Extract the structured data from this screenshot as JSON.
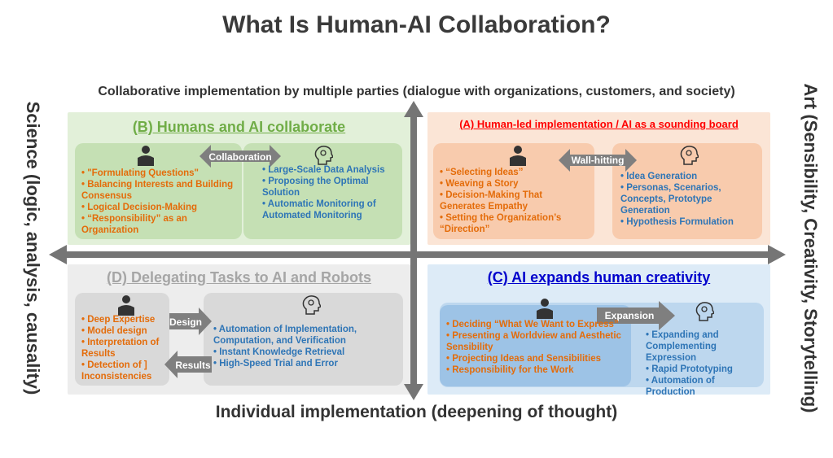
{
  "title": "What Is Human-AI Collaboration?",
  "axes": {
    "top": "Collaborative implementation by multiple parties (dialogue with organizations, customers, and society)",
    "bottom": "Individual implementation (deepening of thought)",
    "left": "Science (logic, analysis, causality)",
    "right": "Art (Sensibility, Creativity, Storytelling)"
  },
  "quadrants": {
    "B": {
      "title": "(B) Humans and AI collaborate",
      "arrow": "Collaboration",
      "human": [
        "• \"Formulating Questions\"",
        "• Balancing Interests and Building Consensus",
        "• Logical Decision-Making",
        "• “Responsibility” as an Organization"
      ],
      "ai": [
        "• Large-Scale Data Analysis",
        "• Proposing the Optimal Solution",
        "• Automatic Monitoring of Automated Monitoring"
      ]
    },
    "A": {
      "title": "(A) Human-led implementation / AI as a sounding board",
      "arrow": "Wall-hitting",
      "human": [
        "• “Selecting Ideas”",
        "• Weaving a Story",
        "• Decision-Making That Generates Empathy",
        "• Setting the Organization’s “Direction”"
      ],
      "ai": [
        "• Idea Generation",
        "• Personas, Scenarios, Concepts, Prototype Generation",
        "• Hypothesis Formulation"
      ]
    },
    "D": {
      "title": "(D) Delegating Tasks to AI and Robots",
      "arrow_design": "Design",
      "arrow_results": "Results",
      "human": [
        "• Deep Expertise",
        "• Model design",
        "• Interpretation of Results",
        "• Detection of ] Inconsistencies"
      ],
      "ai": [
        "• Automation of Implementation, Computation, and Verification",
        "• Instant Knowledge Retrieval",
        "• High-Speed Trial and Error"
      ]
    },
    "C": {
      "title": "(C) AI expands human creativity",
      "arrow": "Expansion",
      "human": [
        "• Deciding “What We Want to Express”",
        "• Presenting a Worldview and Aesthetic Sensibility",
        "• Projecting Ideas and Sensibilities",
        "• Responsibility for the Work"
      ],
      "ai": [
        "• Expanding and Complementing Expression",
        "• Rapid Prototyping",
        "• Automation of Production"
      ]
    }
  },
  "colors": {
    "green_bg": "#e2f0d9",
    "green_inner": "#c5e0b4",
    "green_title": "#70ad47",
    "orange_bg": "#fbe5d6",
    "orange_inner": "#f8cbad",
    "red_title": "#ff0000",
    "gray_bg": "#ededed",
    "gray_inner": "#d9d9d9",
    "gray_title": "#a6a6a6",
    "blue_bg": "#ddebf7",
    "blue_inner": "#9dc3e6",
    "blue_title": "#0000cc",
    "human_text": "#e46c0a",
    "ai_text": "#2e75b6",
    "axis_arrow": "#757575"
  },
  "icons": [
    "person-icon",
    "ai-head-icon"
  ]
}
